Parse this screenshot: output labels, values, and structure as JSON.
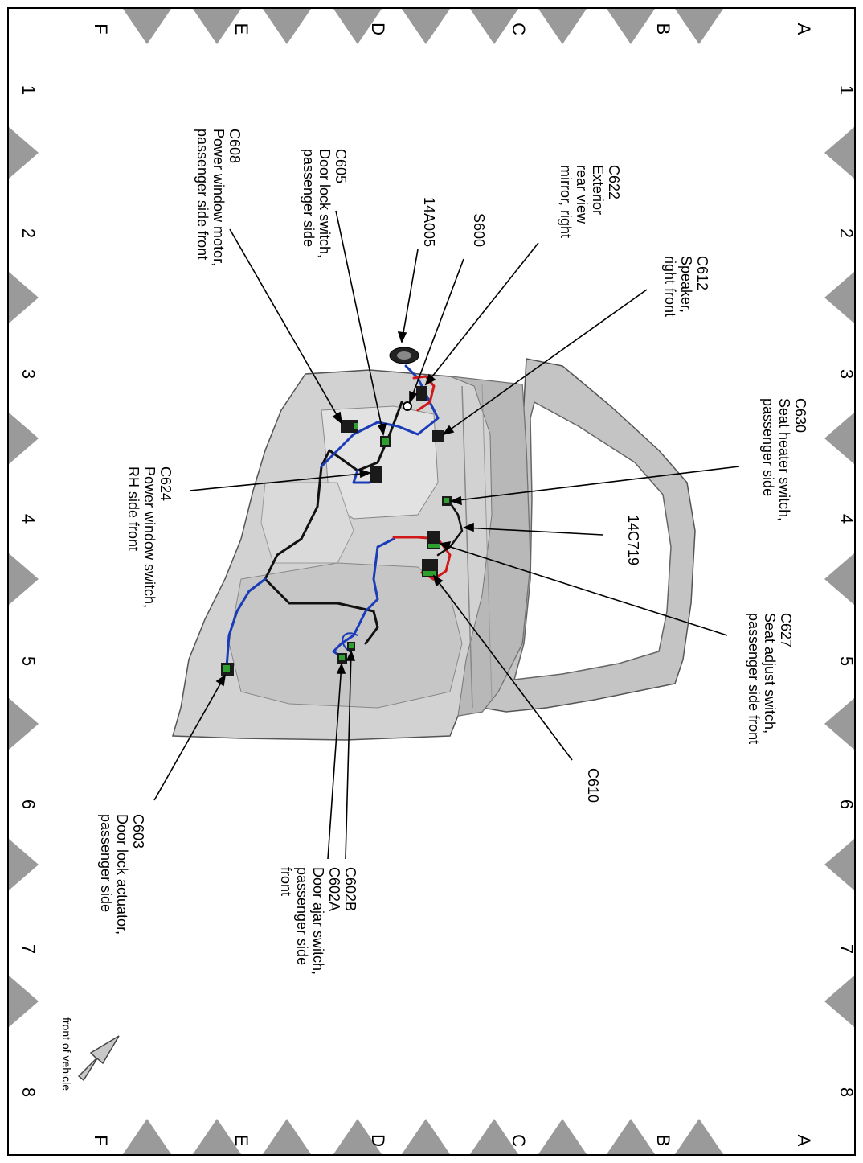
{
  "colors": {
    "frame": "#000000",
    "triangle": "#9a9a9a",
    "door_panel": "#cfcfcf",
    "door_shade": "#a8a8a8",
    "harness_blue": "#1a3cb8",
    "harness_black": "#111111",
    "harness_red": "#d01818",
    "connector": "#1a1a1a",
    "connector_tab": "#2fa02f",
    "arrow_fill": "#c8c8c8"
  },
  "grid": {
    "rows": [
      "A",
      "B",
      "C",
      "D",
      "E",
      "F"
    ],
    "columns": [
      "1",
      "2",
      "3",
      "4",
      "5",
      "6",
      "7",
      "8"
    ]
  },
  "callouts": [
    {
      "id": "c622",
      "lines": [
        "C622",
        "Exterior",
        "rear view",
        "mirror, right"
      ]
    },
    {
      "id": "s600",
      "lines": [
        "S600"
      ]
    },
    {
      "id": "14a005",
      "lines": [
        "14A005"
      ]
    },
    {
      "id": "c605",
      "lines": [
        "C605",
        "Door lock switch,",
        "passenger side"
      ]
    },
    {
      "id": "c608",
      "lines": [
        "C608",
        "Power window motor,",
        "passenger side front"
      ]
    },
    {
      "id": "c612",
      "lines": [
        "C612",
        "Speaker,",
        "right front"
      ]
    },
    {
      "id": "c630",
      "lines": [
        "C630",
        "Seat heater switch,",
        "passenger side"
      ]
    },
    {
      "id": "14c719",
      "lines": [
        "14C719"
      ]
    },
    {
      "id": "c627",
      "lines": [
        "C627",
        "Seat adjust switch,",
        "passenger side front"
      ]
    },
    {
      "id": "c610",
      "lines": [
        "C610"
      ]
    },
    {
      "id": "c624",
      "lines": [
        "C624",
        "Power window switch,",
        "RH side front"
      ]
    },
    {
      "id": "c602",
      "lines": [
        "C602B",
        "C602A",
        "Door ajar switch,",
        "passenger side",
        "front"
      ]
    },
    {
      "id": "c603",
      "lines": [
        "C603",
        "Door lock actuator,",
        "passenger side"
      ]
    }
  ],
  "orientation_note": "front of vehicle"
}
